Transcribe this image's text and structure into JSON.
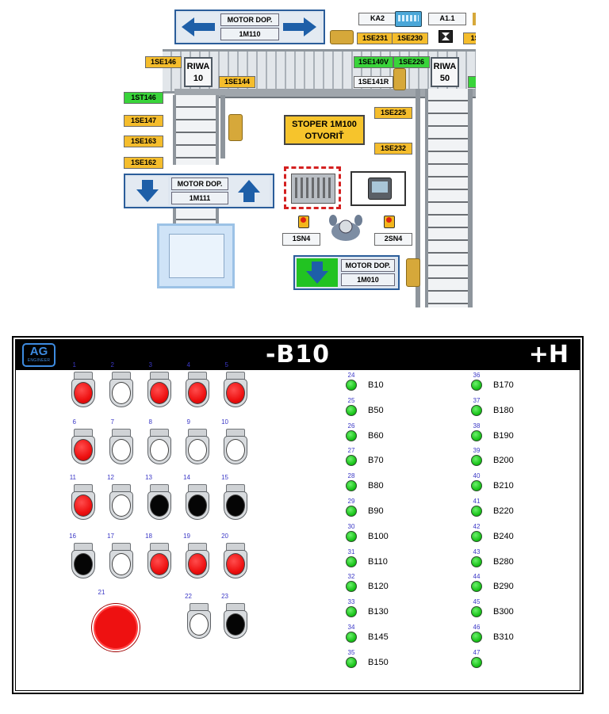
{
  "scene": {
    "motor_top": {
      "label": "MOTOR DOP.",
      "id": "1M110"
    },
    "motor_mid": {
      "label": "MOTOR DOP.",
      "id": "1M111"
    },
    "motor_bottom": {
      "label": "MOTOR DOP.",
      "id": "1M010"
    },
    "ka2": "KA2",
    "a11": "A1.1",
    "riwa_left": {
      "line1": "RIWA",
      "line2": "10"
    },
    "riwa_right": {
      "line1": "RIWA",
      "line2": "50"
    },
    "stoper": {
      "line1": "STOPER 1M100",
      "line2": "OTVORIŤ"
    },
    "sn_left": "1SN4",
    "sn_right": "2SN4",
    "tags": {
      "1SE231": "1SE231",
      "1SE230": "1SE230",
      "1SE_cut": "1S",
      "1SE146": "1SE146",
      "1SE144": "1SE144",
      "1SE140V": "1SE140V",
      "1SE226": "1SE226",
      "1SE141R": "1SE141R",
      "1ST146": "1ST146",
      "1SE147": "1SE147",
      "1SE163": "1SE163",
      "1SE162": "1SE162",
      "1SE225": "1SE225",
      "1SE232": "1SE232"
    },
    "colors": {
      "yellow_tag": "#f5bd2c",
      "green_tag": "#39d43a",
      "motor_arrow": "#1e5fa8",
      "motor_on": "#22c322"
    }
  },
  "panel": {
    "title": "-B10",
    "right_label": "+H",
    "logo": {
      "text": "AG",
      "sub": "ENGINEER"
    },
    "buttons": [
      {
        "n": "1",
        "color": "red"
      },
      {
        "n": "2",
        "color": "white"
      },
      {
        "n": "3",
        "color": "red"
      },
      {
        "n": "4",
        "color": "red"
      },
      {
        "n": "5",
        "color": "red"
      },
      {
        "n": "6",
        "color": "red"
      },
      {
        "n": "7",
        "color": "white"
      },
      {
        "n": "8",
        "color": "white"
      },
      {
        "n": "9",
        "color": "white"
      },
      {
        "n": "10",
        "color": "white"
      },
      {
        "n": "11",
        "color": "red"
      },
      {
        "n": "12",
        "color": "white"
      },
      {
        "n": "13",
        "color": "black"
      },
      {
        "n": "14",
        "color": "black"
      },
      {
        "n": "15",
        "color": "black"
      },
      {
        "n": "16",
        "color": "black"
      },
      {
        "n": "17",
        "color": "white"
      },
      {
        "n": "18",
        "color": "red"
      },
      {
        "n": "19",
        "color": "red"
      },
      {
        "n": "20",
        "color": "red"
      },
      {
        "n": "22",
        "color": "white"
      },
      {
        "n": "23",
        "color": "black"
      }
    ],
    "estop_number": "21",
    "sensors_left": [
      {
        "n": "24",
        "label": "B10"
      },
      {
        "n": "25",
        "label": "B50"
      },
      {
        "n": "26",
        "label": "B60"
      },
      {
        "n": "27",
        "label": "B70"
      },
      {
        "n": "28",
        "label": "B80"
      },
      {
        "n": "29",
        "label": "B90"
      },
      {
        "n": "30",
        "label": "B100"
      },
      {
        "n": "31",
        "label": "B110"
      },
      {
        "n": "32",
        "label": "B120"
      },
      {
        "n": "33",
        "label": "B130"
      },
      {
        "n": "34",
        "label": "B145"
      },
      {
        "n": "35",
        "label": "B150"
      }
    ],
    "sensors_right": [
      {
        "n": "36",
        "label": "B170"
      },
      {
        "n": "37",
        "label": "B180"
      },
      {
        "n": "38",
        "label": "B190"
      },
      {
        "n": "39",
        "label": "B200"
      },
      {
        "n": "40",
        "label": "B210"
      },
      {
        "n": "41",
        "label": "B220"
      },
      {
        "n": "42",
        "label": "B240"
      },
      {
        "n": "43",
        "label": "B280"
      },
      {
        "n": "44",
        "label": "B290"
      },
      {
        "n": "45",
        "label": "B300"
      },
      {
        "n": "46",
        "label": "B310"
      },
      {
        "n": "47",
        "label": ""
      }
    ],
    "colors": {
      "red": "#ee1111",
      "green": "#17c217",
      "number_blue": "#3b38c6",
      "header": "#000000"
    }
  }
}
